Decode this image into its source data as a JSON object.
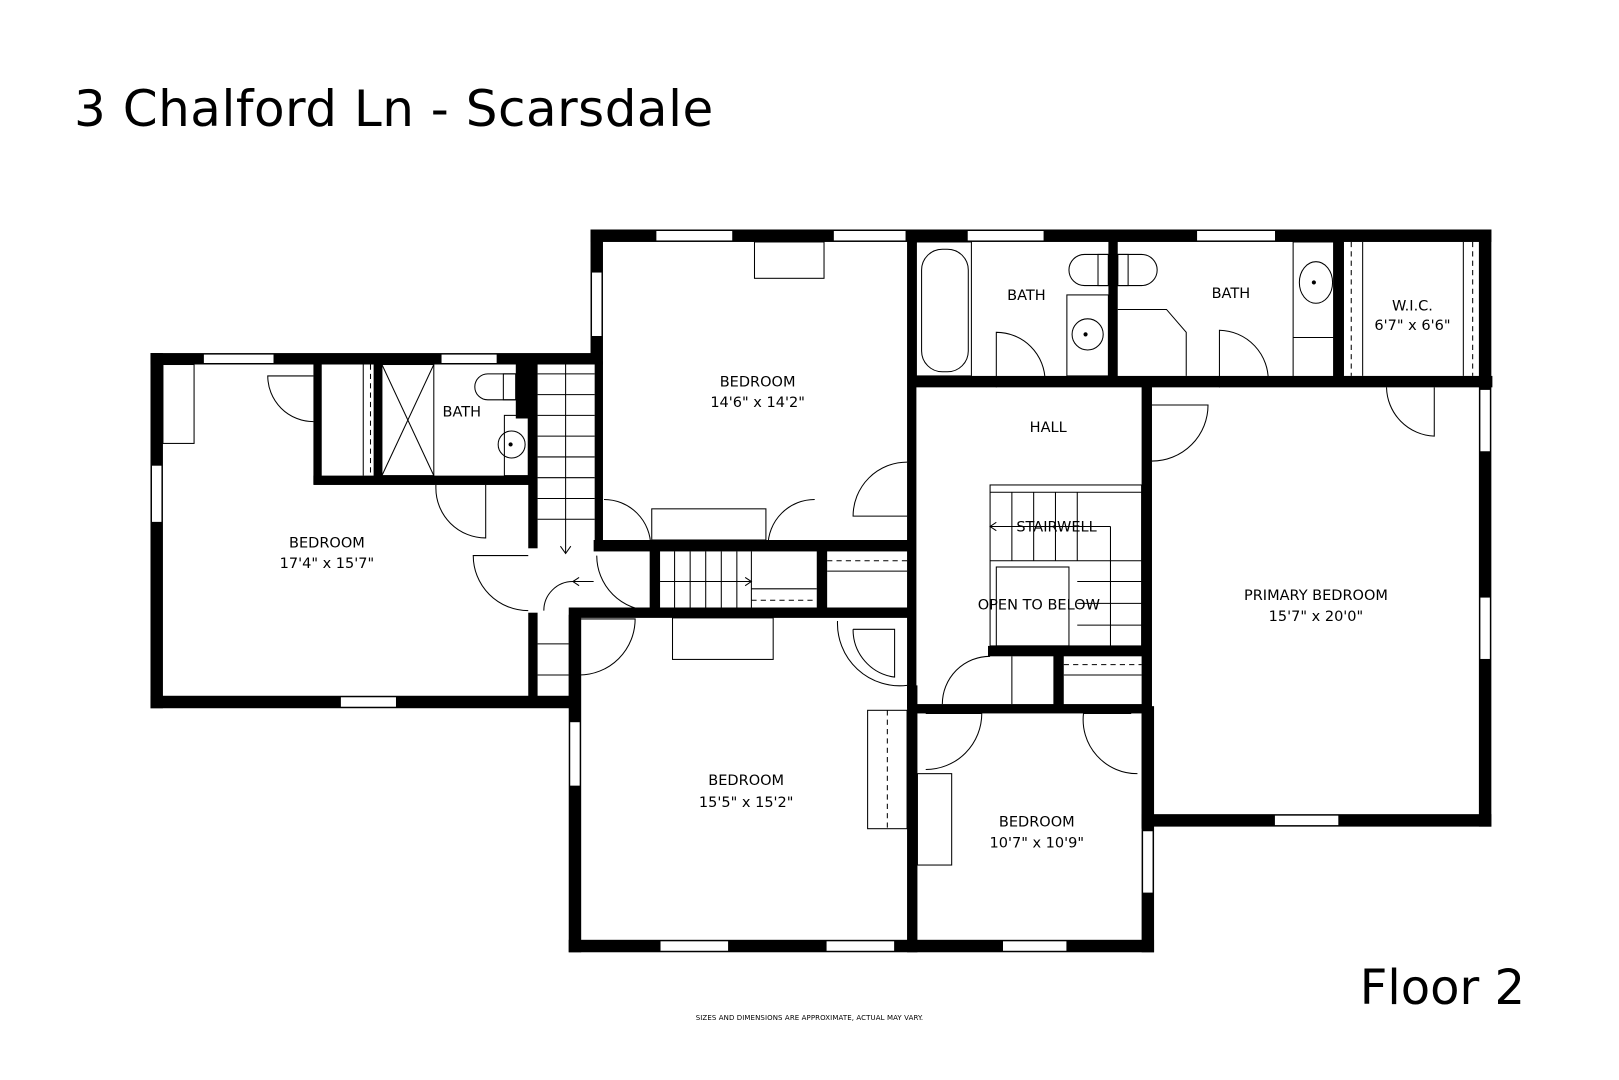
{
  "header": {
    "title": "3 Chalford Ln - Scarsdale"
  },
  "footer": {
    "floor_label": "Floor 2",
    "disclaimer": "SIZES AND DIMENSIONS ARE APPROXIMATE, ACTUAL MAY VARY."
  },
  "rooms": [
    {
      "name": "BEDROOM",
      "dimensions": "17'4\" x 15'7\""
    },
    {
      "name": "BATH",
      "dimensions": ""
    },
    {
      "name": "BEDROOM",
      "dimensions": "14'6\" x 14'2\""
    },
    {
      "name": "BATH",
      "dimensions": ""
    },
    {
      "name": "BATH",
      "dimensions": ""
    },
    {
      "name": "W.I.C.",
      "dimensions": "6'7\" x 6'6\""
    },
    {
      "name": "HALL",
      "dimensions": ""
    },
    {
      "name": "STAIRWELL",
      "dimensions": ""
    },
    {
      "name": "OPEN TO BELOW",
      "dimensions": ""
    },
    {
      "name": "PRIMARY BEDROOM",
      "dimensions": "15'7\" x 20'0\""
    },
    {
      "name": "BEDROOM",
      "dimensions": "15'5\" x 15'2\""
    },
    {
      "name": "BEDROOM",
      "dimensions": "10'7\" x 10'9\""
    }
  ],
  "colors": {
    "wall": "#000000",
    "background": "#ffffff"
  }
}
